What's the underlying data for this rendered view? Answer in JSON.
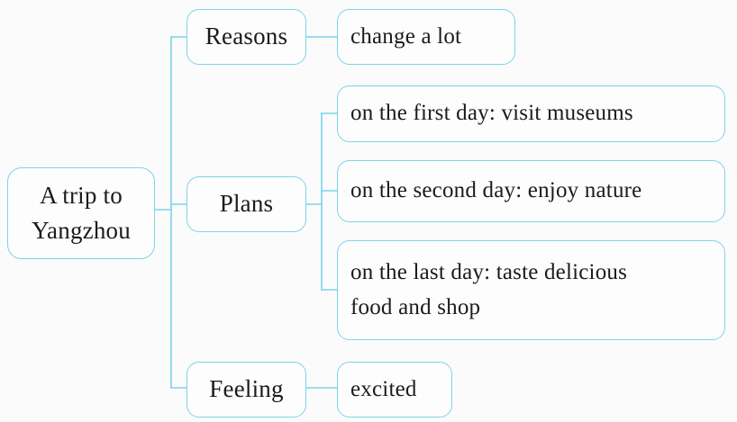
{
  "diagram": {
    "type": "mind-map",
    "title": "A trip to Yangzhou",
    "accent_color": "#7dd3ea",
    "text_color": "#1b1b1b",
    "background_color": "#fbfbfb",
    "root": {
      "label_line1": "A trip to",
      "label_line2": "Yangzhou"
    },
    "branches": [
      {
        "key": "reasons",
        "label": "Reasons",
        "children": [
          {
            "key": "reasons-detail-1",
            "label": "change a lot"
          }
        ]
      },
      {
        "key": "plans",
        "label": "Plans",
        "children": [
          {
            "key": "plans-detail-1",
            "label": "on the first day: visit museums"
          },
          {
            "key": "plans-detail-2",
            "label": "on the second day: enjoy nature"
          },
          {
            "key": "plans-detail-3",
            "label_line1": "on the last day: taste delicious",
            "label_line2": "food and shop"
          }
        ]
      },
      {
        "key": "feeling",
        "label": "Feeling",
        "children": [
          {
            "key": "feeling-detail-1",
            "label": "excited"
          }
        ]
      }
    ]
  }
}
